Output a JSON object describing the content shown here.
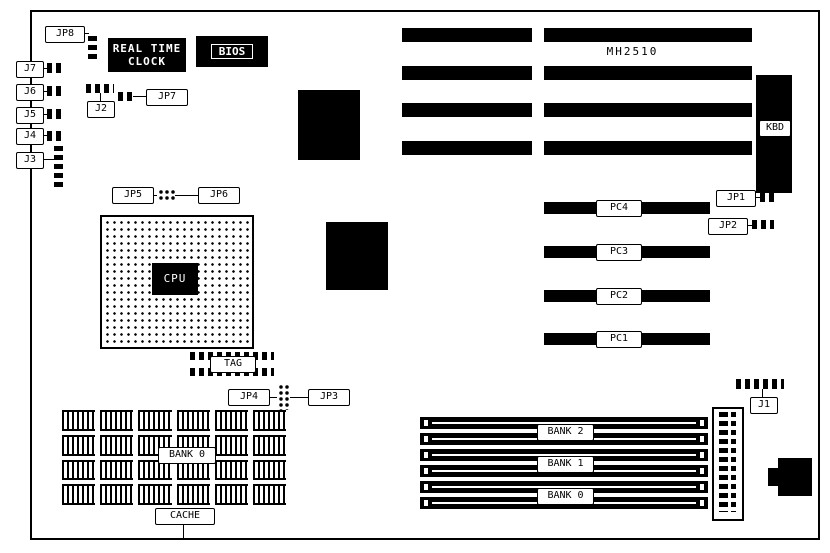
{
  "colors": {
    "ink": "#000000",
    "paper": "#ffffff"
  },
  "labels": {
    "jp8": "JP8",
    "j7": "J7",
    "j6": "J6",
    "j5": "J5",
    "j4": "J4",
    "j3": "J3",
    "j2": "J2",
    "jp7": "JP7",
    "rtc_line1": "REAL TIME",
    "rtc_line2": "CLOCK",
    "bios": "BIOS",
    "model": "MH2510",
    "kbd": "KBD",
    "jp1": "JP1",
    "jp2": "JP2",
    "pc_slots": [
      "PC4",
      "PC3",
      "PC2",
      "PC1"
    ],
    "jp5": "JP5",
    "jp6": "JP6",
    "cpu": "CPU",
    "tag": "TAG",
    "jp4": "JP4",
    "jp3": "JP3",
    "cache_bank": "BANK 0",
    "cache": "CACHE",
    "simm_banks": [
      "BANK 2",
      "BANK 1",
      "BANK 0"
    ],
    "j1": "J1"
  }
}
